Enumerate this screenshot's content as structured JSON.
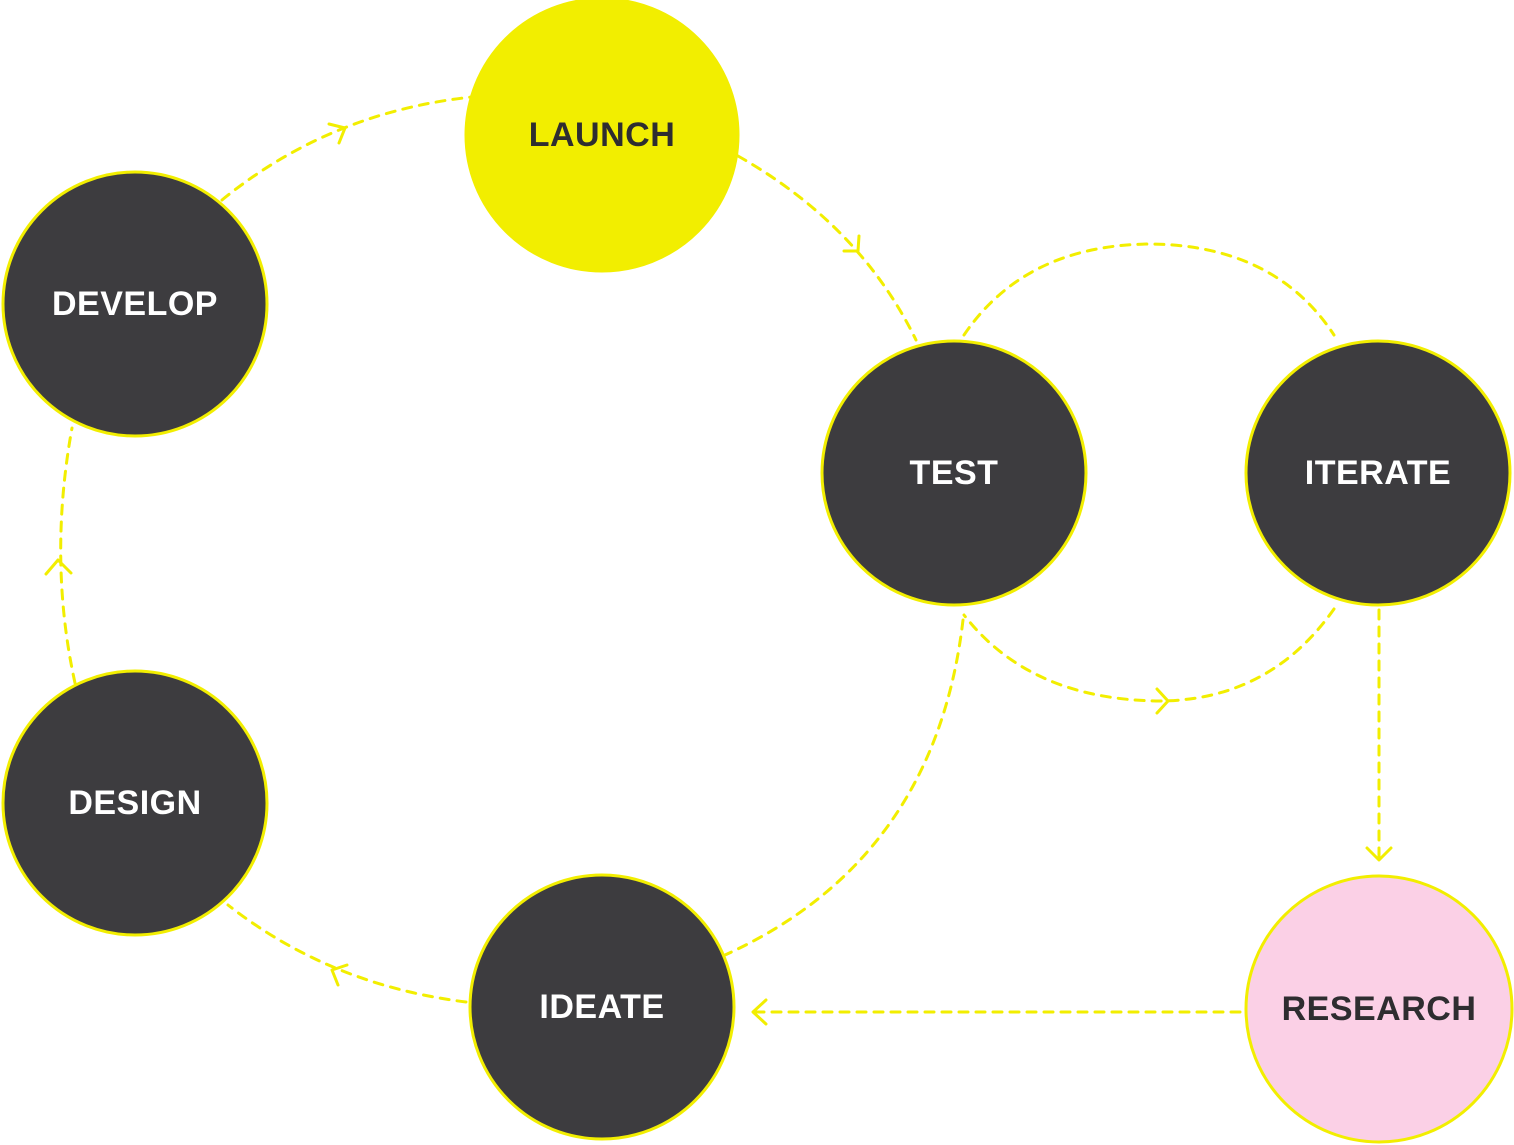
{
  "colors": {
    "dark_node": "#3d3c3f",
    "yellow": "#f2ee00",
    "pink": "#fbd0e6",
    "arrow": "#f2ee00",
    "light_text": "#ffffff",
    "dark_text": "#2e2d30",
    "center_text": "#ffffff"
  },
  "center": {
    "line1": "",
    "line2": ""
  },
  "nodes": {
    "launch": {
      "label": "LAUNCH"
    },
    "develop": {
      "label": "DEVELOP"
    },
    "test": {
      "label": "TEST"
    },
    "iterate": {
      "label": "ITERATE"
    },
    "design": {
      "label": "DESIGN"
    },
    "ideate": {
      "label": "IDEATE"
    },
    "research": {
      "label": "RESEARCH"
    }
  }
}
